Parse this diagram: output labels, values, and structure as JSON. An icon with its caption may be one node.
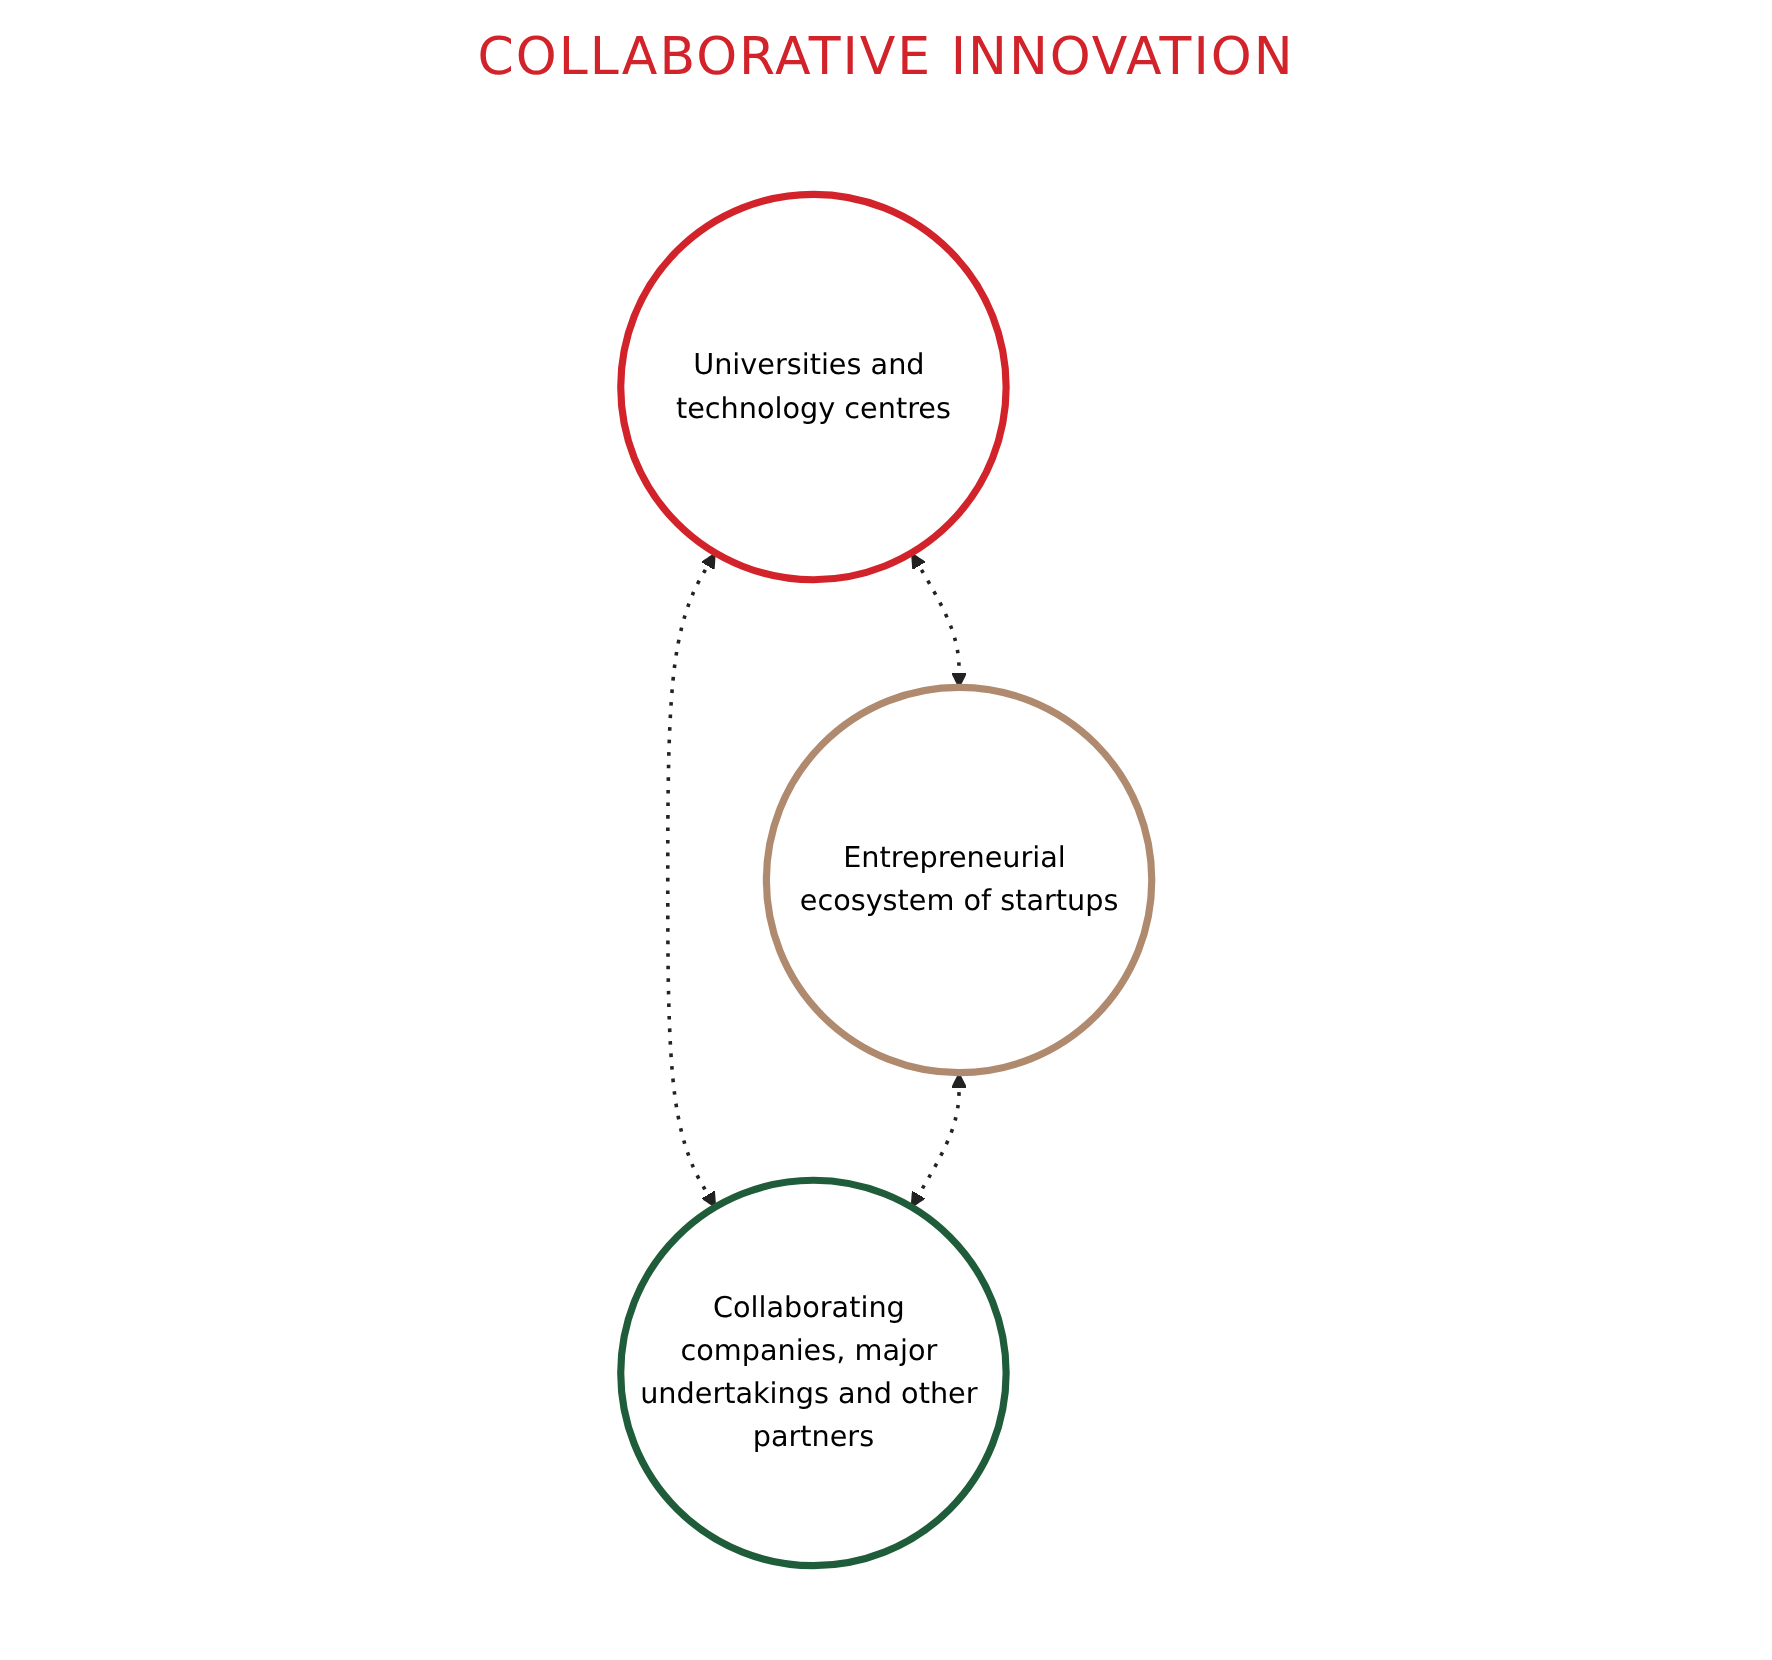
{
  "diagram": {
    "nodes": [
      {
        "text": [
          "Universities and technology centres"
        ]
      },
      {
        "text": [
          "Entrepreneurial ecosystem of startups"
        ]
      },
      {
        "text": [
          "Collaborating companies, major undertakings and other partners"
        ]
      }
    ],
    "edges": [
      {
        "from": 0,
        "to": 1,
        "arrow": "both",
        "style": "dashed"
      },
      {
        "from": 0,
        "to": 2,
        "arrow": "both",
        "style": "dashed"
      },
      {
        "from": 1,
        "to": 2,
        "arrow": "both",
        "style": "dashed"
      }
    ],
    "labels": [
      "COLLABORATIVE INNOVATION"
    ]
  }
}
